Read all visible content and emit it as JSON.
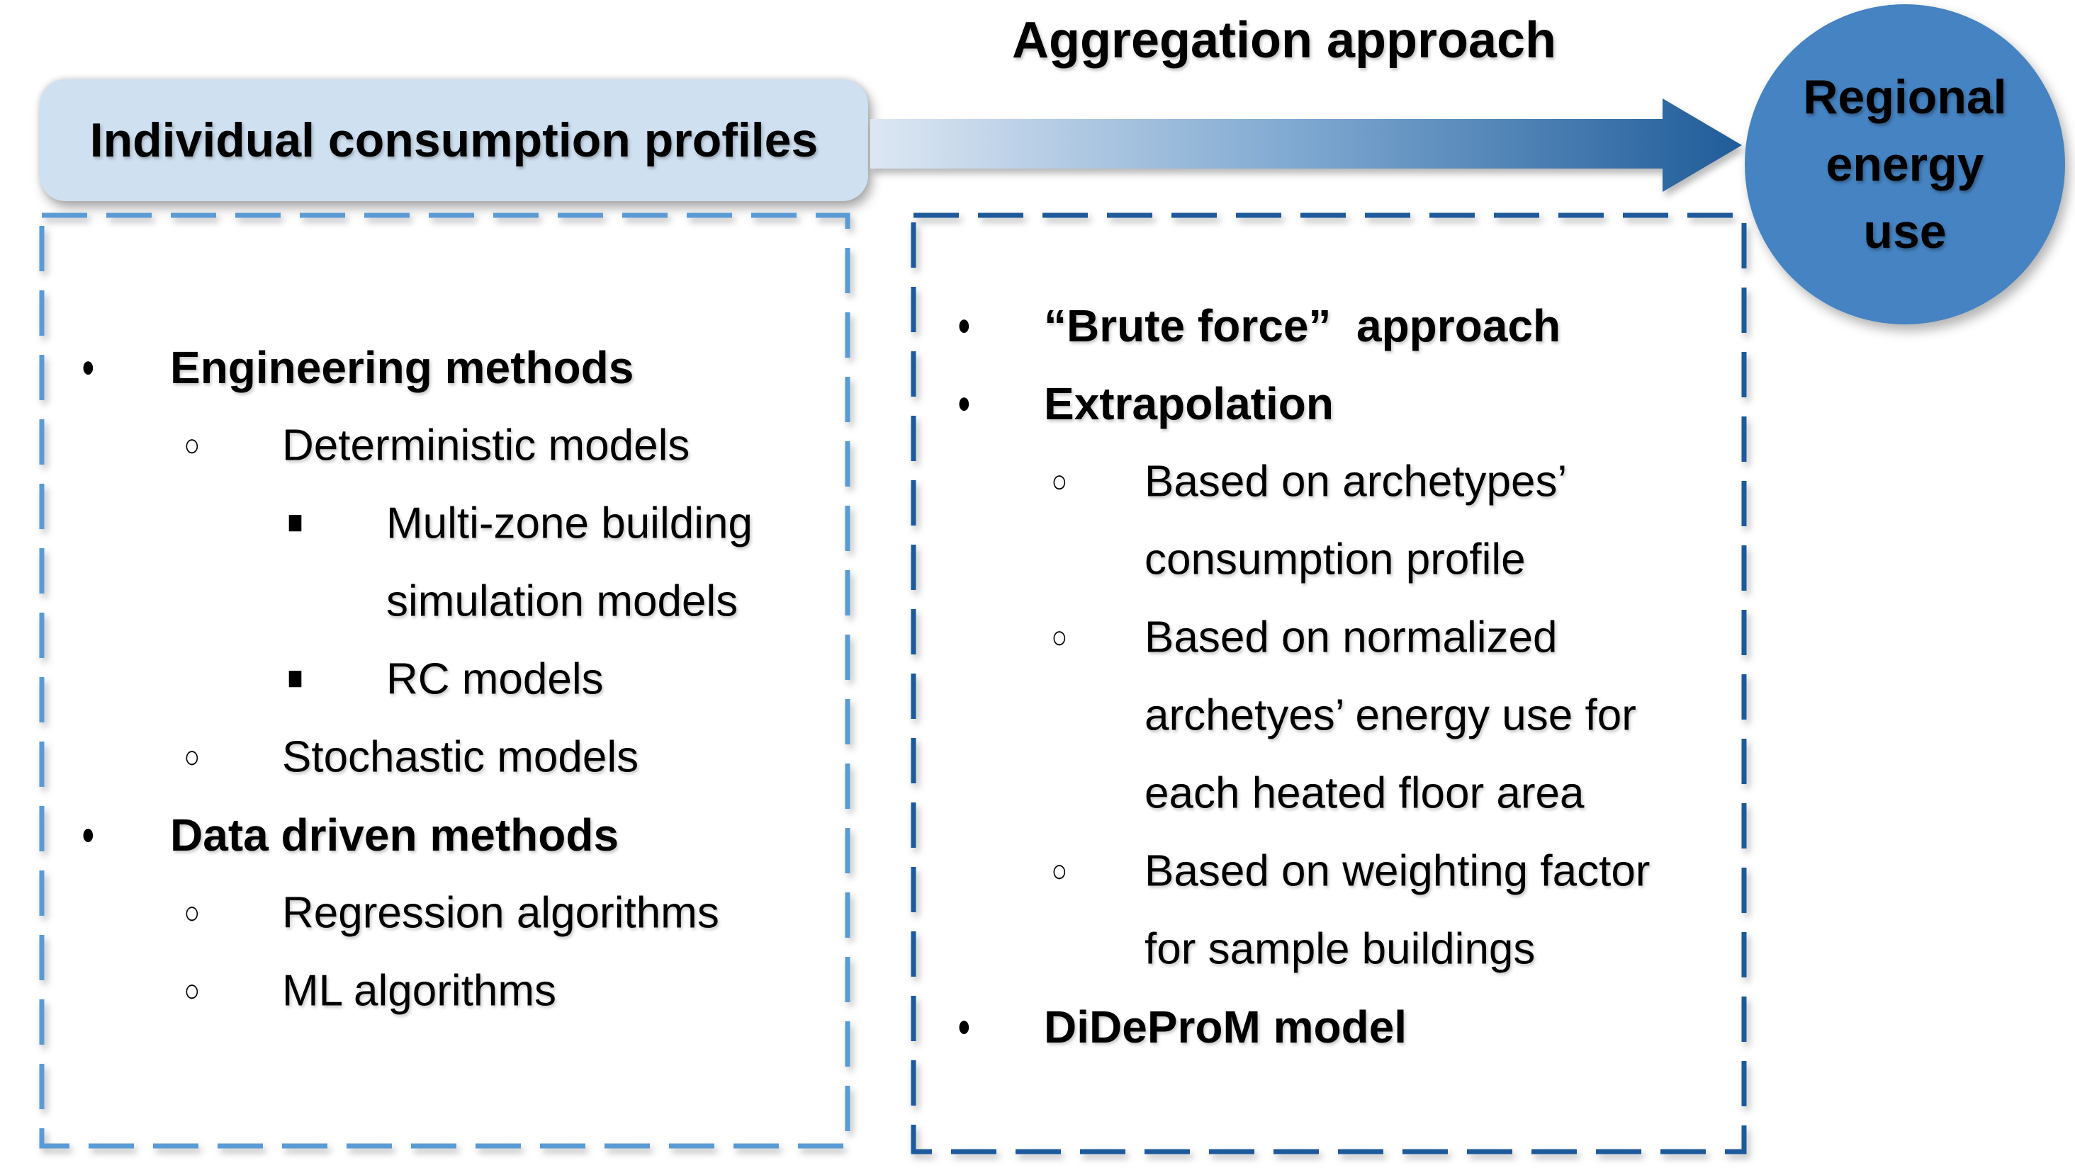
{
  "header": {
    "source_label": "Individual consumption profiles",
    "arrow_label": "Aggregation approach",
    "target_lines": [
      "Regional",
      "energy",
      "use"
    ]
  },
  "glyphs": {
    "disc": "●",
    "circle": "○",
    "square": "■"
  },
  "left_panel": {
    "rows": [
      {
        "text": "Engineering methods",
        "bullet": "disc",
        "bold": true,
        "level": 1
      },
      {
        "text": "Deterministic models",
        "bullet": "circle",
        "bold": false,
        "level": 2
      },
      {
        "text": "Multi-zone building",
        "bullet": "square",
        "bold": false,
        "level": 3
      },
      {
        "text": "simulation models",
        "bullet": "none",
        "bold": false,
        "level": 3
      },
      {
        "text": "RC models",
        "bullet": "square",
        "bold": false,
        "level": 3
      },
      {
        "text": "Stochastic models",
        "bullet": "circle",
        "bold": false,
        "level": 2
      },
      {
        "text": "Data driven methods",
        "bullet": "disc",
        "bold": true,
        "level": 1
      },
      {
        "text": "Regression algorithms",
        "bullet": "circle",
        "bold": false,
        "level": 2
      },
      {
        "text": "ML algorithms",
        "bullet": "circle",
        "bold": false,
        "level": 2
      }
    ]
  },
  "right_panel": {
    "rows": [
      {
        "text": "“Brute force”  approach",
        "bullet": "disc",
        "bold": true,
        "level": 1
      },
      {
        "text": "Extrapolation",
        "bullet": "disc",
        "bold": true,
        "level": 1
      },
      {
        "text": "Based on archetypes’",
        "bullet": "circle",
        "bold": false,
        "level": 2
      },
      {
        "text": "consumption profile",
        "bullet": "none",
        "bold": false,
        "level": 2
      },
      {
        "text": "Based on normalized",
        "bullet": "circle",
        "bold": false,
        "level": 2
      },
      {
        "text": "archetyes’ energy use for",
        "bullet": "none",
        "bold": false,
        "level": 2
      },
      {
        "text": "each heated floor area",
        "bullet": "none",
        "bold": false,
        "level": 2
      },
      {
        "text": "Based on weighting factor",
        "bullet": "circle",
        "bold": false,
        "level": 2
      },
      {
        "text": "for sample buildings",
        "bullet": "none",
        "bold": false,
        "level": 2
      },
      {
        "text": "DiDeProM model",
        "bullet": "disc",
        "bold": true,
        "level": 1
      }
    ]
  },
  "colors": {
    "source_box_fill": "#cfe0f1",
    "left_panel_border": "#5b9bd5",
    "right_panel_border": "#1d5a9b",
    "arrow_gradient_start": "#dde7f3",
    "arrow_gradient_end": "#1f5c99",
    "target_circle_fill": "#4583c2",
    "text": "#000000"
  }
}
